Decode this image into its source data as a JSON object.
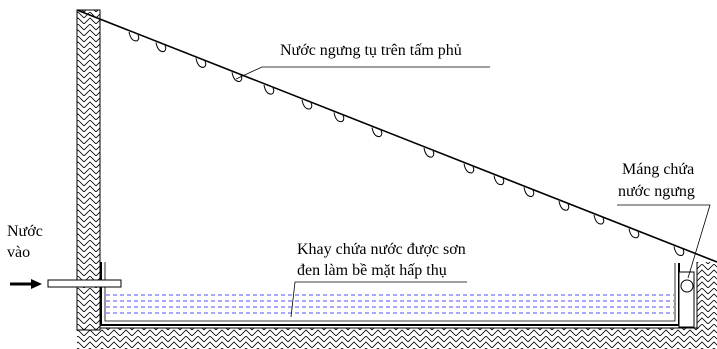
{
  "labels": {
    "condensate": "Nước ngưng tụ trên tấm phủ",
    "collector_line1": "Máng chứa",
    "collector_line2": "nước ngưng",
    "inlet_line1": "Nước",
    "inlet_line2": "vào",
    "tray_line1": "Khay chứa nước được sơn",
    "tray_line2": "đen làm bề mặt hấp thụ"
  },
  "colors": {
    "line": "#000000",
    "water": "#1a1aff",
    "background": "#ffffff"
  },
  "icons": {
    "inlet_arrow": "arrow-right-icon",
    "droplet": "water-droplet-icon"
  }
}
